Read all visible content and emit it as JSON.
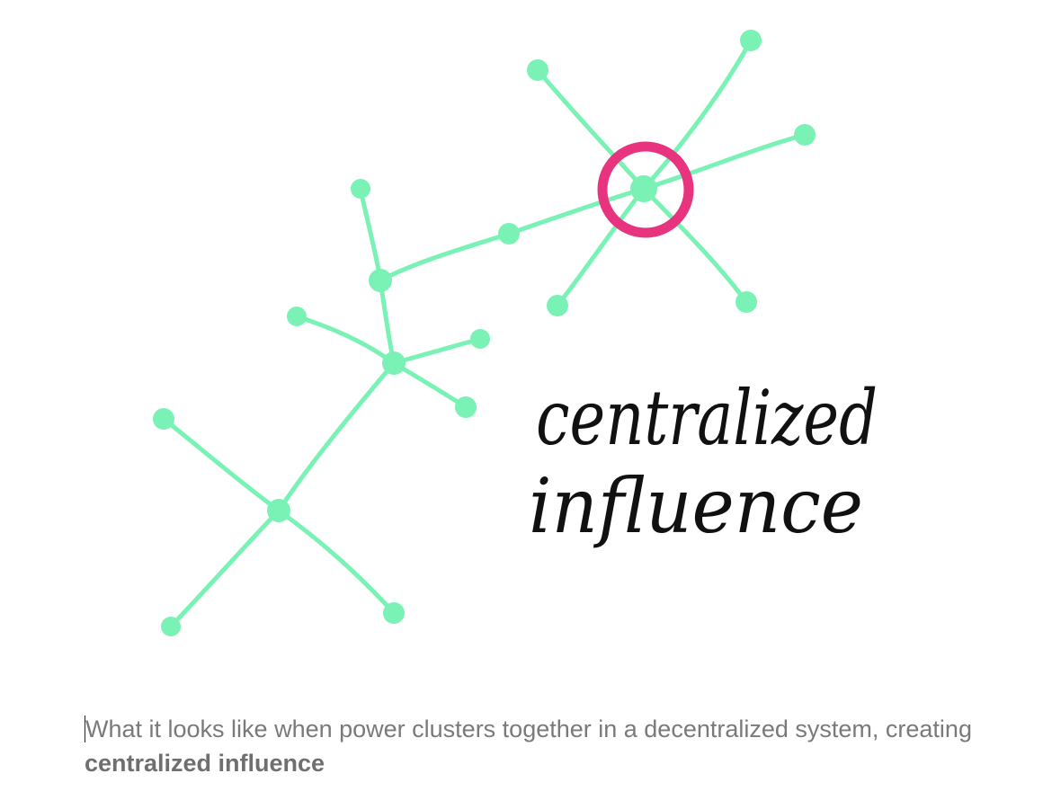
{
  "figure": {
    "handwritten_label_line1": "centralized",
    "handwritten_label_line2": "influence",
    "colors": {
      "node": "#7AF2B5",
      "edge": "#7AF2B5",
      "highlight_ring": "#E8347F",
      "text": "#111111"
    },
    "network": {
      "edges": [
        [
          "hub",
          "leaf-top-left"
        ],
        [
          "hub",
          "leaf-top-right"
        ],
        [
          "hub",
          "leaf-right"
        ],
        [
          "hub",
          "leaf-bottom-left"
        ],
        [
          "hub",
          "leaf-bottom-right"
        ],
        [
          "hub",
          "relay"
        ],
        [
          "relay",
          "junction-upper"
        ],
        [
          "junction-upper",
          "leaf-upper-top"
        ],
        [
          "junction-upper",
          "junction-middle"
        ],
        [
          "junction-middle",
          "leaf-middle-left"
        ],
        [
          "junction-middle",
          "leaf-middle-right-upper"
        ],
        [
          "junction-middle",
          "leaf-middle-right-lower"
        ],
        [
          "junction-middle",
          "junction-lower"
        ],
        [
          "junction-lower",
          "leaf-lower-left-top"
        ],
        [
          "junction-lower",
          "leaf-lower-left-bottom"
        ],
        [
          "junction-lower",
          "leaf-lower-right"
        ]
      ]
    }
  },
  "caption": {
    "text": "What it looks like when power clusters together in a decentralized system, creating ",
    "bold_text": "centralized influence"
  }
}
